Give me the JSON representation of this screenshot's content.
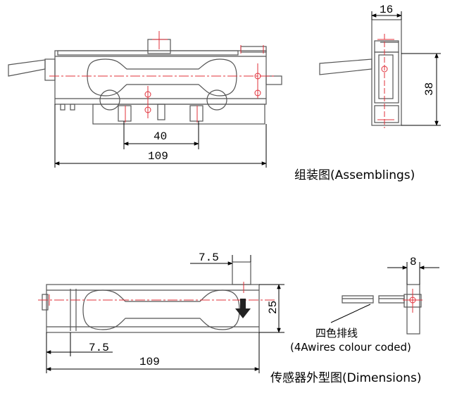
{
  "colors": {
    "outline": "#555555",
    "dimension_line": "#000000",
    "centerline": "#e0303a",
    "body_fill": "#ffffff"
  },
  "assembly_view": {
    "caption": "组装图(Assemblings)",
    "dim_hole_spacing": "40",
    "dim_total_length": "109",
    "dim_side_width": "16",
    "dim_side_height": "38"
  },
  "dimension_view": {
    "caption": "传感器外型图(Dimensions)",
    "dim_offset_top": "7.5",
    "dim_offset_bottom": "7.5",
    "dim_height": "25",
    "dim_total_length": "109",
    "dim_side_width": "8"
  },
  "wires_note": {
    "label_cn": "四色排线",
    "label_en": "(4Awires colour coded)"
  }
}
